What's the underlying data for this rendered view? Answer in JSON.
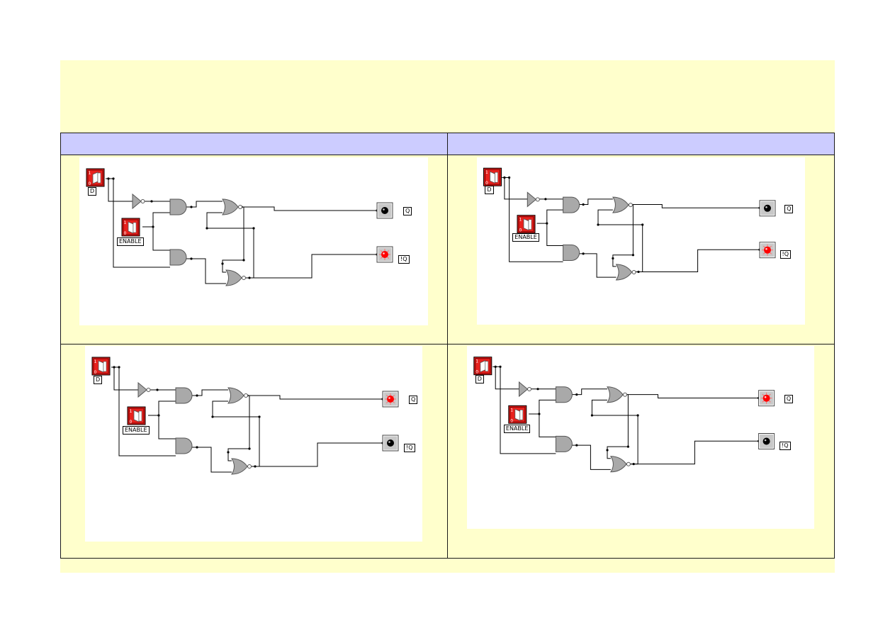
{
  "table": {
    "header_left": "",
    "header_right": ""
  },
  "labels": {
    "d": "D",
    "enable": "ENABLE",
    "q": "Q",
    "nq": "!Q"
  },
  "panels": [
    {
      "id": "p1",
      "d_on": true,
      "enable_on": false,
      "q_on": false,
      "nq_on": true
    },
    {
      "id": "p2",
      "d_on": false,
      "enable_on": false,
      "q_on": false,
      "nq_on": true
    },
    {
      "id": "p3",
      "d_on": false,
      "enable_on": false,
      "q_on": true,
      "nq_on": false
    },
    {
      "id": "p4",
      "d_on": true,
      "enable_on": false,
      "q_on": true,
      "nq_on": false
    }
  ],
  "colors": {
    "slide": "#ffffcc",
    "header": "#ccccff",
    "switch": "#e8211d",
    "led_on": "#ff0000",
    "led_off": "#000000",
    "gate": "#a9a9a9"
  }
}
